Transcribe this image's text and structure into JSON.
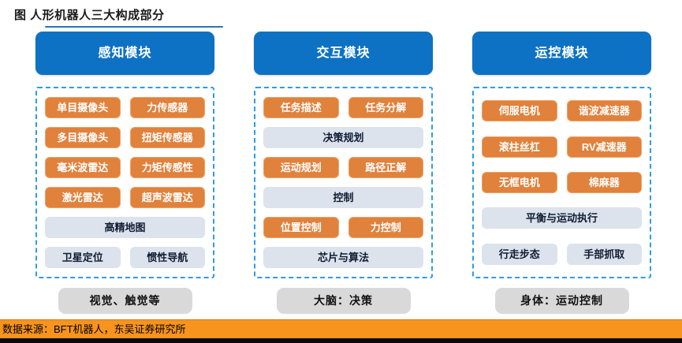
{
  "title": "图  人形机器人三大构成部分",
  "colors": {
    "header_blue": "#0e72c4",
    "chip_orange": "#e0813c",
    "chip_gray": "#dce3ec",
    "dashed_border_blue": "#2f9ce3",
    "summary_gray": "#d9d9d9",
    "source_bar_orange": "#f7941e",
    "title_underline_blue": "#2e75b6"
  },
  "columns": [
    {
      "header": "感知模块",
      "summary": "视觉、触觉等",
      "rows": [
        {
          "cells": [
            {
              "label": "单目摄像头"
            },
            {
              "label": "力传感器"
            }
          ]
        },
        {
          "cells": [
            {
              "label": "多目摄像头"
            },
            {
              "label": "扭矩传感器"
            }
          ]
        },
        {
          "cells": [
            {
              "label": "毫米波雷达"
            },
            {
              "label": "力矩传感性"
            }
          ]
        },
        {
          "cells": [
            {
              "label": "激光雷达"
            },
            {
              "label": "超声波雷达"
            }
          ]
        },
        {
          "cells": [
            {
              "label": "高精地图"
            }
          ]
        },
        {
          "cells": [
            {
              "label": "卫星定位"
            },
            {
              "label": "惯性导航"
            }
          ]
        }
      ]
    },
    {
      "header": "交互模块",
      "summary": "大脑：决策",
      "rows": [
        {
          "cells": [
            {
              "label": "任务描述"
            },
            {
              "label": "任务分解"
            }
          ]
        },
        {
          "cells": [
            {
              "label": "决策规划"
            }
          ]
        },
        {
          "cells": [
            {
              "label": "运动规划"
            },
            {
              "label": "路径正解"
            }
          ]
        },
        {
          "cells": [
            {
              "label": "控制"
            }
          ]
        },
        {
          "cells": [
            {
              "label": "位置控制"
            },
            {
              "label": "力控制"
            }
          ]
        },
        {
          "cells": [
            {
              "label": "芯片与算法"
            }
          ]
        }
      ]
    },
    {
      "header": "运控模块",
      "summary": "身体：运动控制",
      "rows": [
        {
          "cells": [
            {
              "label": "伺服电机"
            },
            {
              "label": "谐波减速器"
            }
          ]
        },
        {
          "cells": [
            {
              "label": "滚柱丝杠"
            },
            {
              "label": "RV减速器"
            }
          ]
        },
        {
          "cells": [
            {
              "label": "无框电机"
            },
            {
              "label": "棉麻器"
            }
          ]
        },
        {
          "cells": [
            {
              "label": "平衡与运动执行"
            }
          ]
        },
        {
          "cells": [
            {
              "label": "行走步态"
            },
            {
              "label": "手部抓取"
            }
          ]
        }
      ]
    }
  ],
  "footer": {
    "source": "数据来源：BFT机器人，东吴证券研究所"
  }
}
